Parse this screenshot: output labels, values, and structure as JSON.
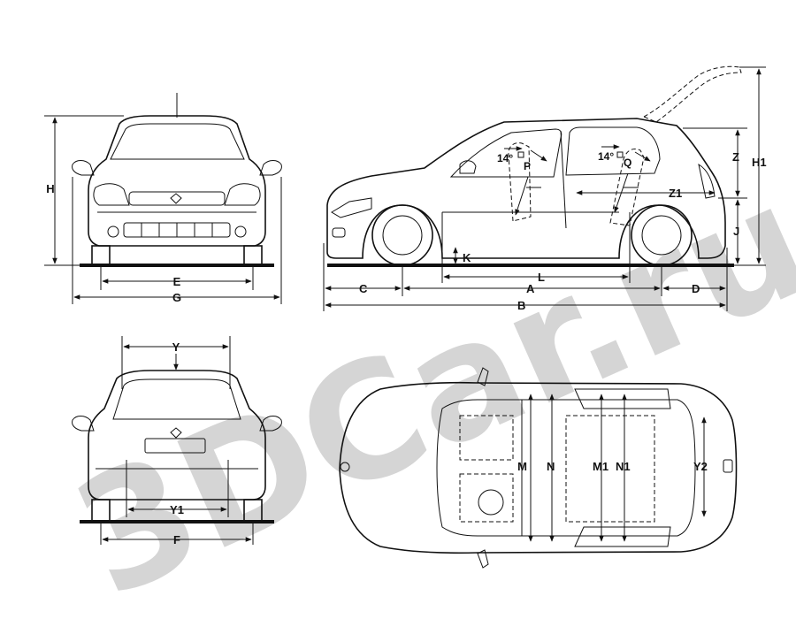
{
  "watermark": "3DCar.ru",
  "front_view": {
    "labels": {
      "H": "H",
      "E": "E",
      "G": "G"
    }
  },
  "side_view": {
    "labels": {
      "H1": "H1",
      "Z": "Z",
      "Z1": "Z1",
      "J": "J",
      "K": "K",
      "L": "L",
      "C": "C",
      "A": "A",
      "D": "D",
      "B": "B",
      "P": "P",
      "Q": "Q",
      "angle_p": "14°",
      "angle_q": "14°"
    }
  },
  "rear_view": {
    "labels": {
      "Y": "Y",
      "Y1": "Y1",
      "F": "F"
    }
  },
  "top_view": {
    "labels": {
      "M": "M",
      "N": "N",
      "M1": "M1",
      "N1": "N1",
      "Y2": "Y2"
    }
  },
  "colors": {
    "line": "#111111",
    "watermark": "#c8c8c8",
    "background": "#ffffff"
  }
}
